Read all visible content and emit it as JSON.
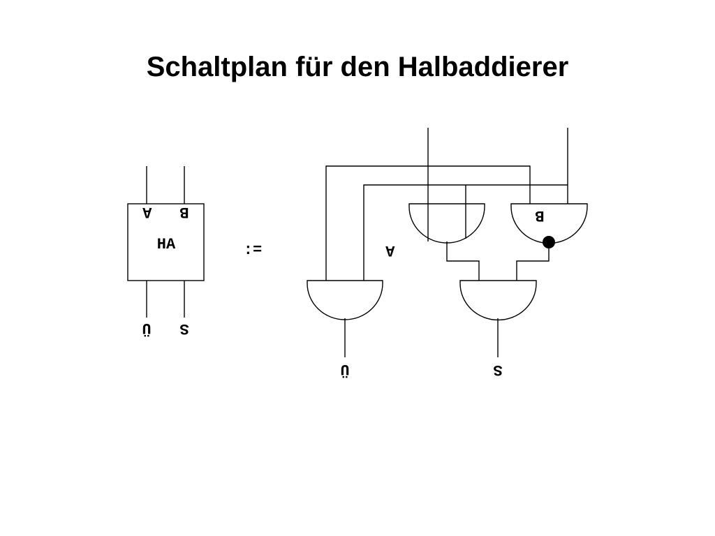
{
  "title": "Schaltplan für den Halbaddierer",
  "block": {
    "name": "HA",
    "inputs": [
      "A",
      "B"
    ],
    "outputs": [
      "Ü",
      "S"
    ]
  },
  "definition_symbol": ":=",
  "circuit": {
    "gate_labels": [
      "A",
      "B"
    ],
    "outputs": [
      "Ü",
      "S"
    ]
  }
}
